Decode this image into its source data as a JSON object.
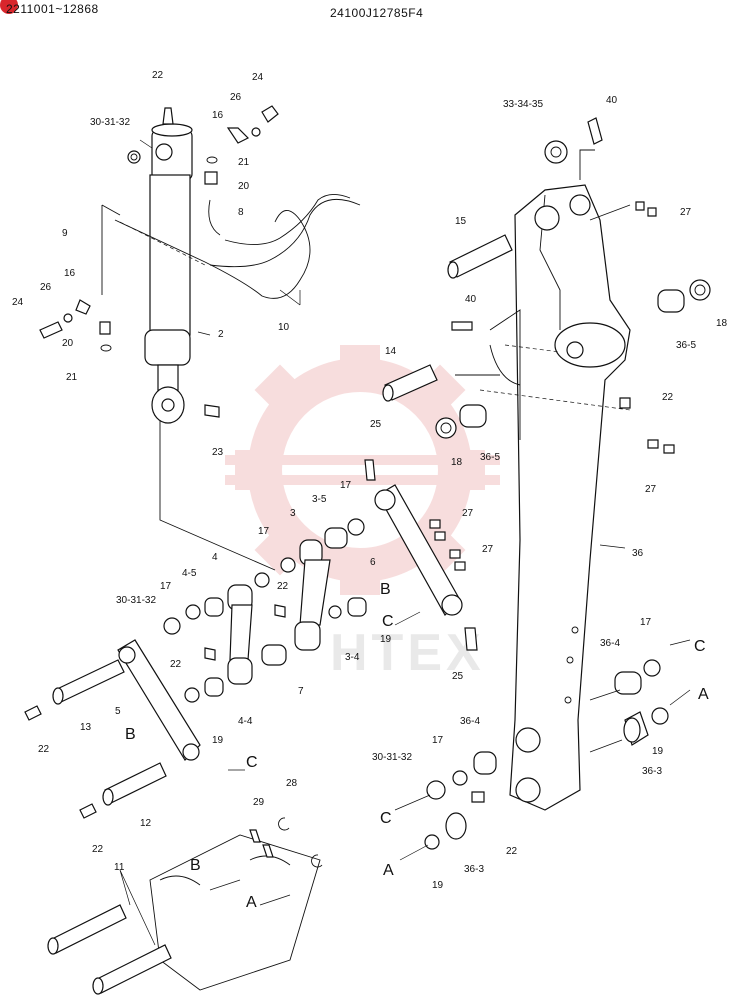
{
  "header": {
    "serial_range": "2211001~12868",
    "part_number": "24100J12785F4"
  },
  "watermark": {
    "text": "HTEX",
    "color": "#f3b7b7"
  },
  "colors": {
    "line": "#111111",
    "badge": "#d8262c",
    "watermark_gear": "#f2c2c2"
  },
  "callouts": {
    "c22a": "22",
    "c24a": "24",
    "c26a": "26",
    "c16a": "16",
    "c30a": "30-31-32",
    "c21a": "21",
    "c20a": "20",
    "c8": "8",
    "c9": "9",
    "c16b": "16",
    "c26b": "26",
    "c24b": "24",
    "c20b": "20",
    "c21b": "21",
    "c2": "2",
    "c10": "10",
    "c23": "23",
    "c33": "33-34-35",
    "c40a": "40",
    "c27a": "27",
    "c15": "15",
    "c18a": "18",
    "c365a": "36-5",
    "c40b": "40",
    "c14": "14",
    "c18b": "18",
    "c365b": "36-5",
    "c22b": "22",
    "c27b": "27",
    "c25a": "25",
    "c17a": "17",
    "c35": "3-5",
    "c3": "3",
    "c27c": "27",
    "c27d": "27",
    "c6": "6",
    "c17b": "17",
    "c4": "4",
    "c45": "4-5",
    "c17c": "17",
    "c30b": "30-31-32",
    "c22c": "22",
    "c22d": "22",
    "c19a": "19",
    "c34": "3-4",
    "c25b": "25",
    "c36": "36",
    "c364a": "36-4",
    "c17d": "17",
    "c13": "13",
    "c5": "5",
    "c44": "4-4",
    "c7": "7",
    "c19b": "19",
    "c22e": "22",
    "c12": "12",
    "c22f": "22",
    "c29": "29",
    "c28": "28",
    "c11": "11",
    "c364b": "36-4",
    "c17e": "17",
    "c30c": "30-31-32",
    "c22g": "22",
    "c363a": "36-3",
    "c19c": "19",
    "c363b": "36-3",
    "c19d": "19"
  },
  "letters": {
    "B1": "B",
    "C1": "C",
    "B2": "B",
    "C2": "C",
    "C3": "C",
    "A1": "A",
    "C4": "C",
    "A2": "A",
    "B3": "B",
    "A3": "A"
  }
}
